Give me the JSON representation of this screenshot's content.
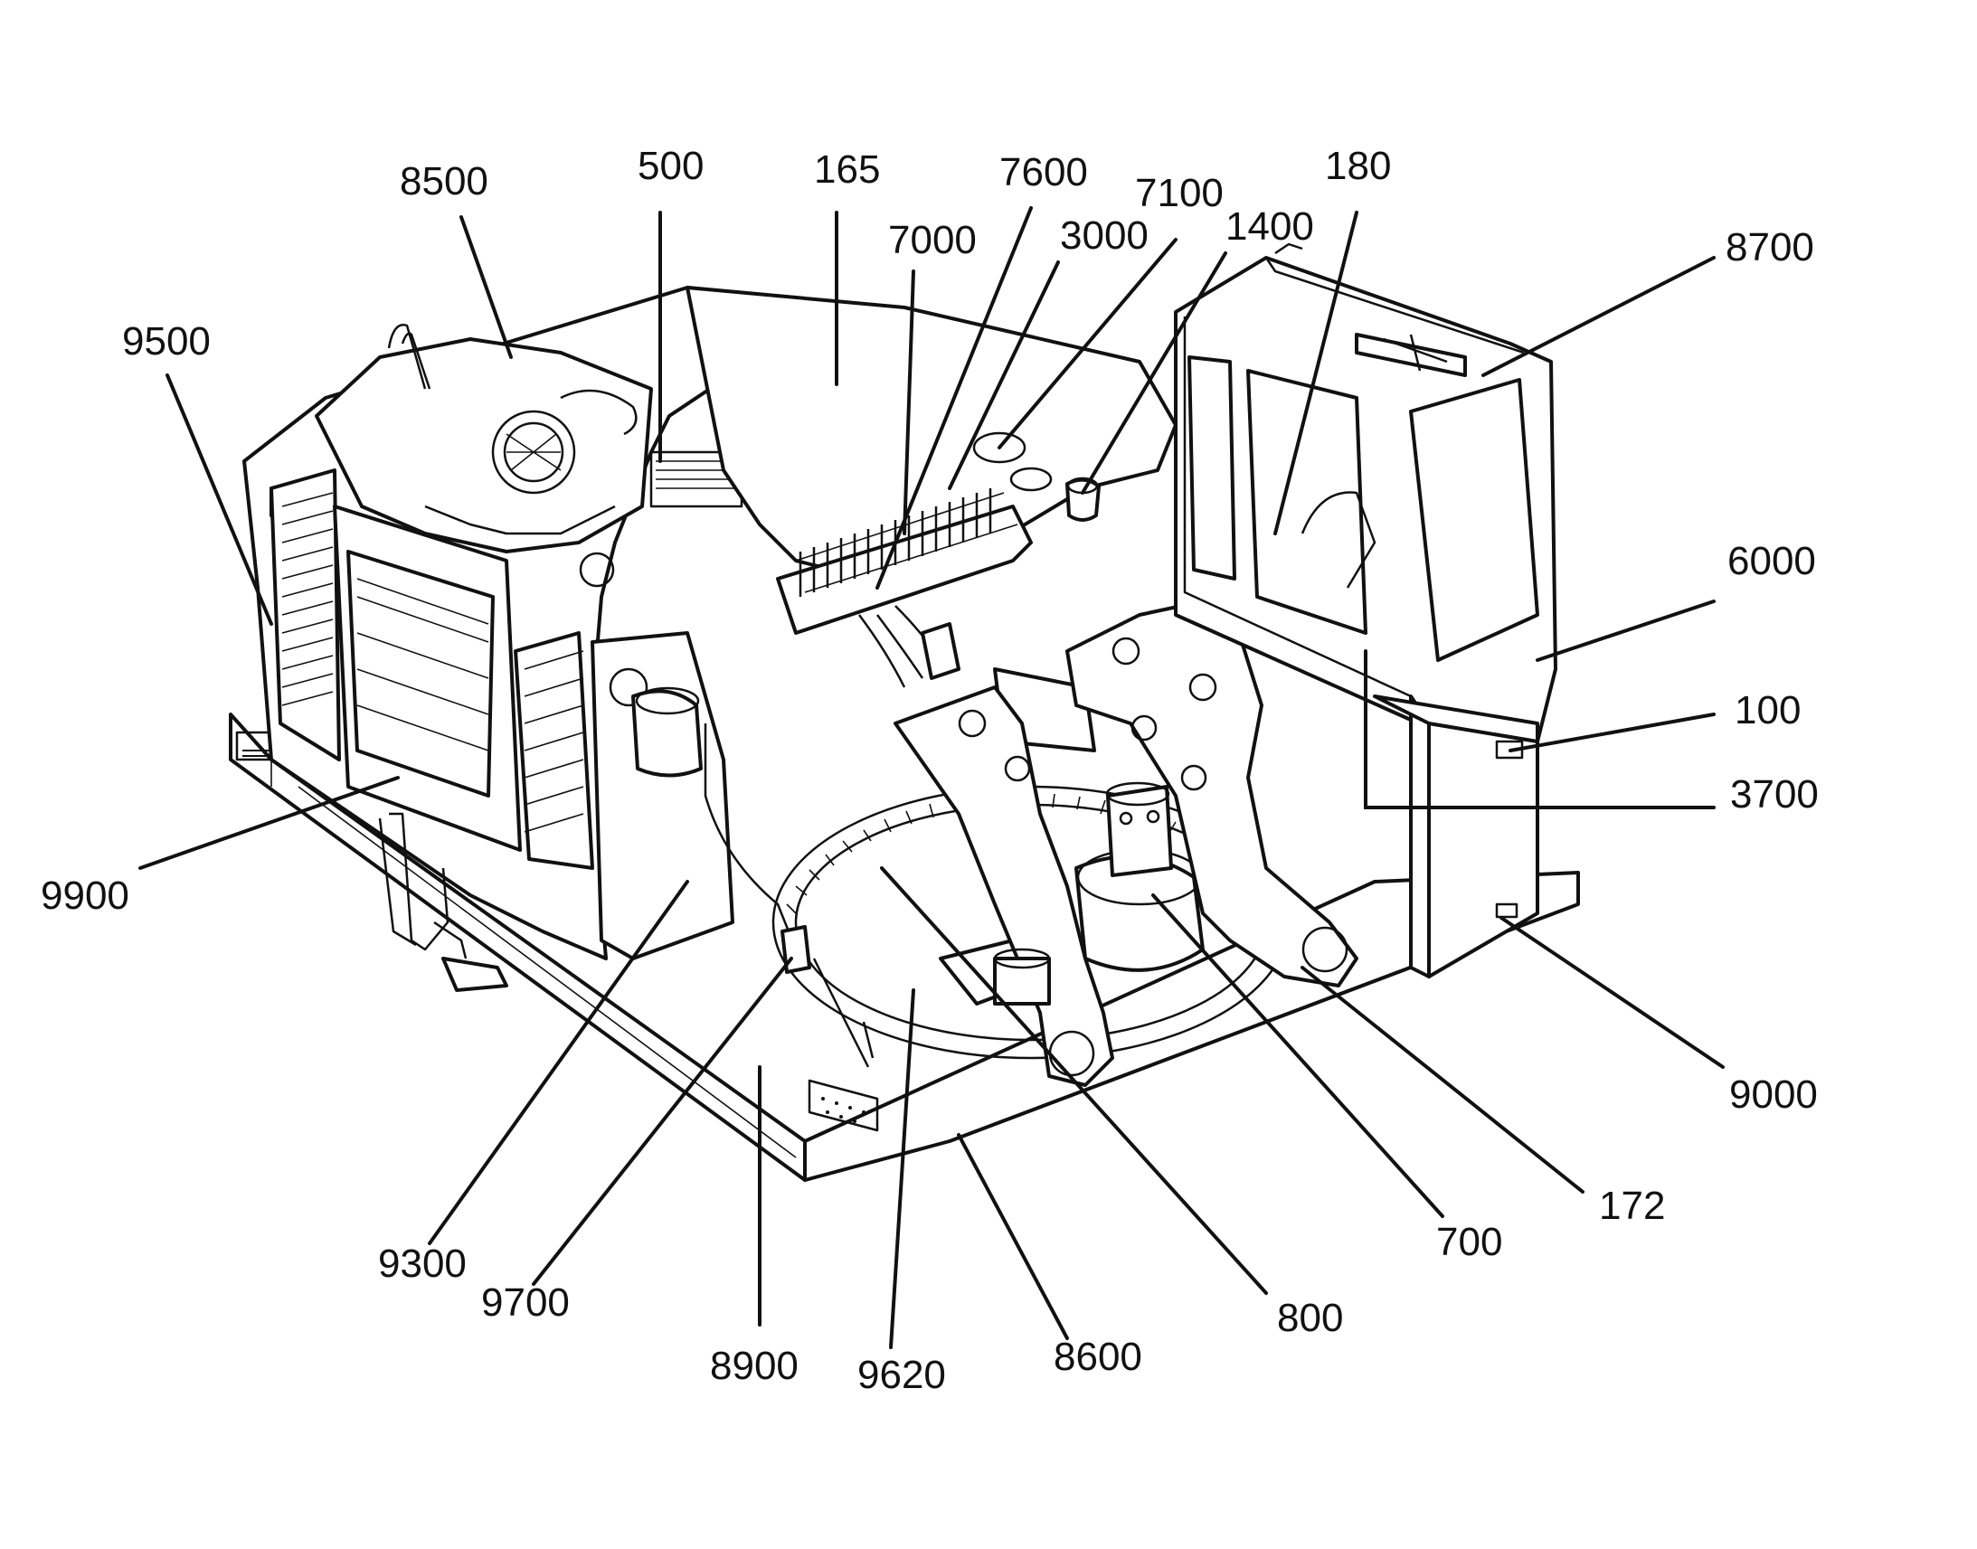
{
  "figure": {
    "reference_numerals": [
      {
        "id": "8500",
        "text": "8500"
      },
      {
        "id": "500",
        "text": "500"
      },
      {
        "id": "165",
        "text": "165"
      },
      {
        "id": "7600",
        "text": "7600"
      },
      {
        "id": "7100",
        "text": "7100"
      },
      {
        "id": "180",
        "text": "180"
      },
      {
        "id": "7000",
        "text": "7000"
      },
      {
        "id": "3000",
        "text": "3000"
      },
      {
        "id": "1400",
        "text": "1400"
      },
      {
        "id": "8700",
        "text": "8700"
      },
      {
        "id": "9500",
        "text": "9500"
      },
      {
        "id": "6000",
        "text": "6000"
      },
      {
        "id": "100",
        "text": "100"
      },
      {
        "id": "3700",
        "text": "3700"
      },
      {
        "id": "9900",
        "text": "9900"
      },
      {
        "id": "9000",
        "text": "9000"
      },
      {
        "id": "172",
        "text": "172"
      },
      {
        "id": "700",
        "text": "700"
      },
      {
        "id": "800",
        "text": "800"
      },
      {
        "id": "8600",
        "text": "8600"
      },
      {
        "id": "9620",
        "text": "9620"
      },
      {
        "id": "8900",
        "text": "8900"
      },
      {
        "id": "9700",
        "text": "9700"
      },
      {
        "id": "9300",
        "text": "9300"
      }
    ]
  }
}
